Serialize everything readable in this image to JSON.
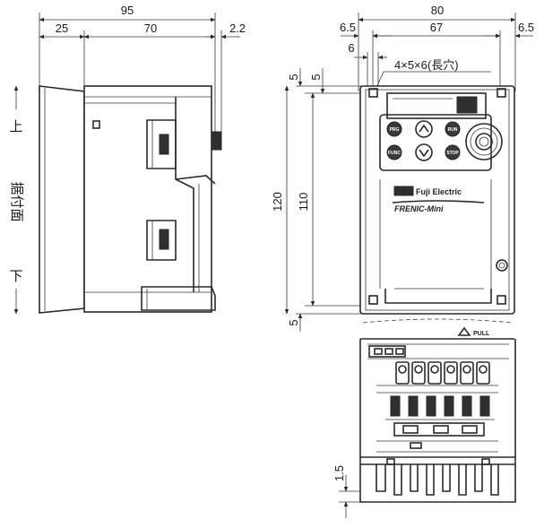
{
  "dimensions": {
    "side_total_depth": "95",
    "side_front": "25",
    "side_body": "70",
    "side_knob": "2.2",
    "front_total_width": "80",
    "front_left_margin": "6.5",
    "front_hole_pitch_h": "67",
    "front_right_margin": "6.5",
    "front_top_offset": "6",
    "mounting_holes": "4×5×6(長穴)",
    "height_total": "120",
    "height_hole_pitch": "110",
    "top_margin_a": "5",
    "top_margin_b": "5",
    "bottom_margin": "5",
    "bottom_plate": "1.5"
  },
  "side_labels": {
    "top": "上",
    "mounting_face": "据付面",
    "bottom": "下"
  },
  "front_panel": {
    "brand": "Fuji Electric",
    "model": "FRENIC-Mini",
    "key_run": "RUN",
    "key_stop": "STOP",
    "key_prg": "PRG",
    "key_func": "FUNC"
  },
  "bottom_view": {
    "pull_label": "PULL"
  }
}
